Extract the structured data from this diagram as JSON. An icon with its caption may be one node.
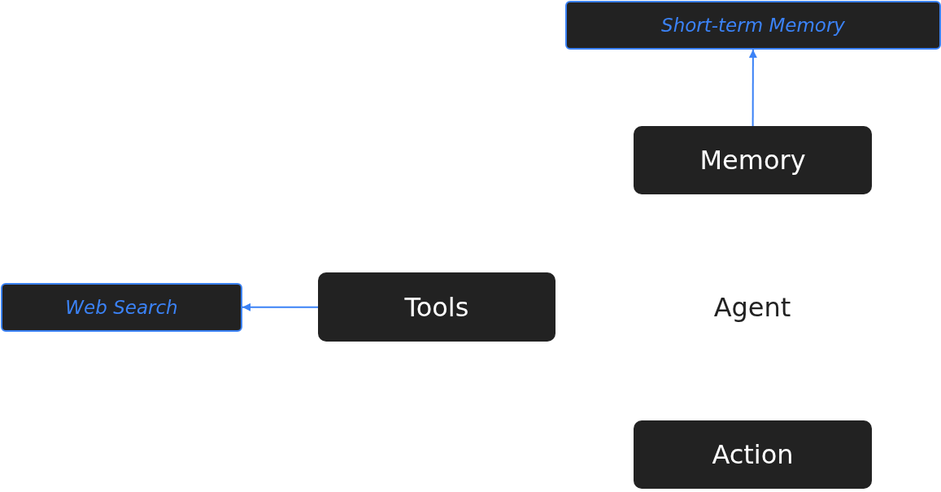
{
  "diagram": {
    "nodes": [
      {
        "text": [
          "Short-term Memory"
        ]
      },
      {
        "text": [
          "Memory"
        ]
      },
      {
        "text": [
          "Web Search"
        ]
      },
      {
        "text": [
          "Tools"
        ]
      },
      {
        "text": [
          "Action"
        ]
      }
    ],
    "edges": [
      {
        "from": 1,
        "to": 0,
        "arrow": "to"
      },
      {
        "from": 3,
        "to": 2,
        "arrow": "to"
      }
    ],
    "labels": [
      "Agent"
    ]
  }
}
